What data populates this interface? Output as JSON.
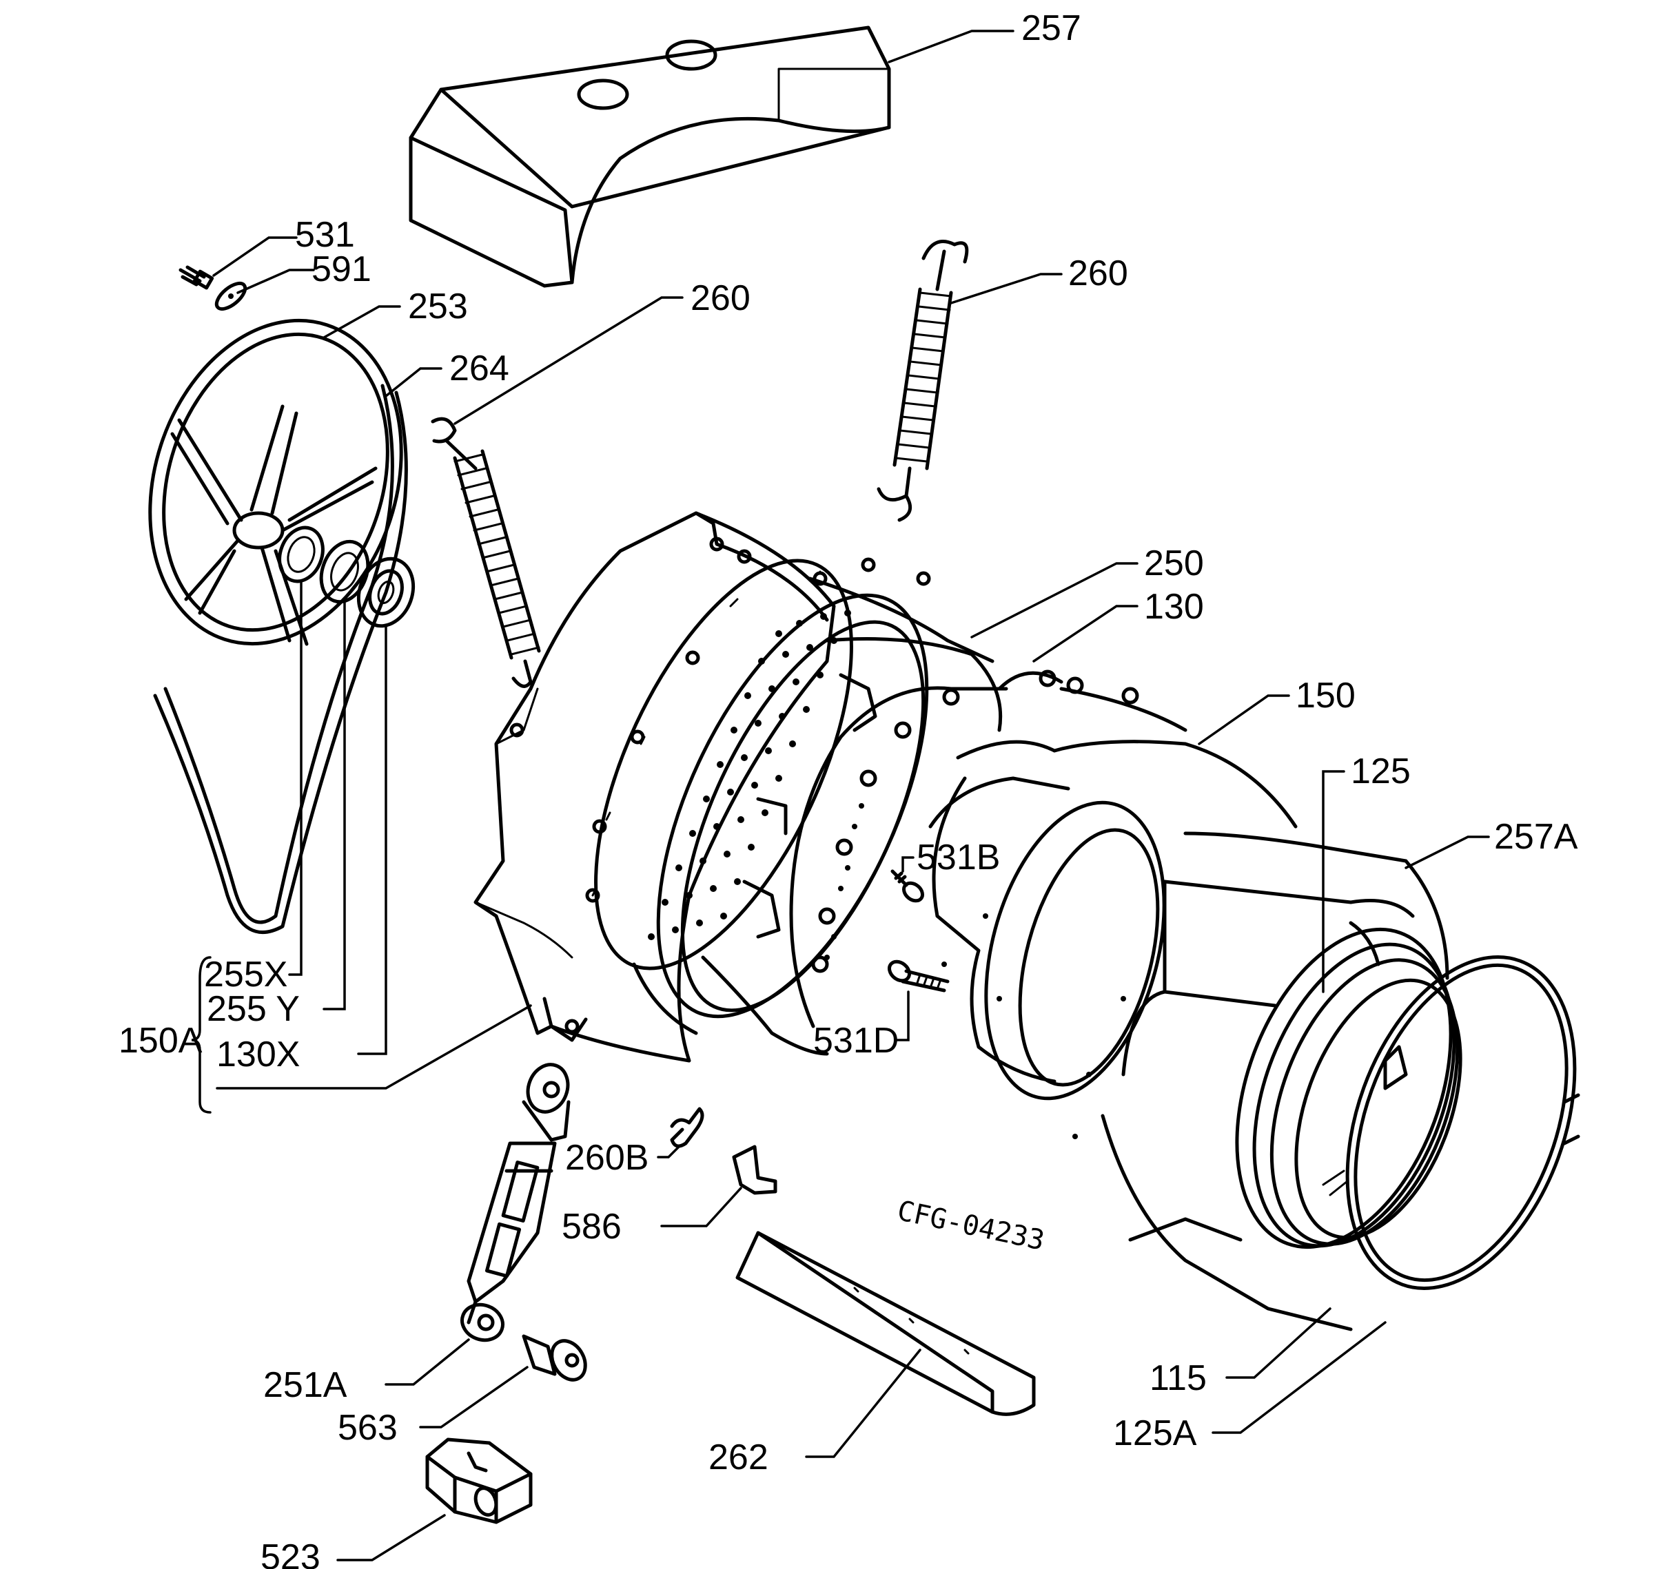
{
  "diagram": {
    "drawing_code": "CFG-04233",
    "group_150A": {
      "label": "150A",
      "members": [
        "255X",
        "255 Y",
        "130X"
      ]
    },
    "parts": {
      "p257": "257",
      "p531": "531",
      "p591": "591",
      "p253": "253",
      "p264": "264",
      "p260a": "260",
      "p260b": "260",
      "p250": "250",
      "p130": "130",
      "p150": "150",
      "p125": "125",
      "p257A": "257A",
      "p531B": "531B",
      "p531D": "531D",
      "p260B": "260B",
      "p586": "586",
      "p251A": "251A",
      "p563": "563",
      "p262": "262",
      "p523": "523",
      "p115": "115",
      "p125A": "125A"
    }
  }
}
